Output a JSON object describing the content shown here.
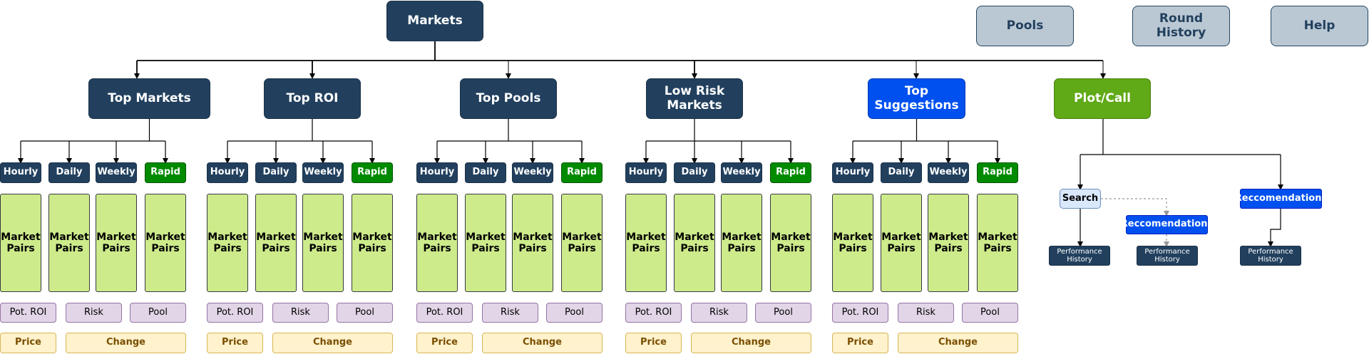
{
  "root": {
    "label": "Markets"
  },
  "nav": [
    {
      "id": "pools",
      "label": "Pools"
    },
    {
      "id": "round-history",
      "label": "Round History"
    },
    {
      "id": "help",
      "label": "Help"
    }
  ],
  "categories": [
    {
      "id": "top-markets",
      "label": "Top Markets",
      "style": "dark"
    },
    {
      "id": "top-roi",
      "label": "Top ROI",
      "style": "dark"
    },
    {
      "id": "top-pools",
      "label": "Top Pools",
      "style": "dark"
    },
    {
      "id": "low-risk-markets",
      "label": "Low Risk Markets",
      "style": "dark"
    },
    {
      "id": "top-suggestions",
      "label": "Top Suggestions",
      "style": "blue"
    }
  ],
  "plot_call": {
    "label": "Plot/Call"
  },
  "timeframes": [
    "Hourly",
    "Daily",
    "Weekly",
    "Rapid"
  ],
  "market_pairs_label": "Market Pairs",
  "metrics": [
    "Pot. ROI",
    "Risk",
    "Pool"
  ],
  "bottom": {
    "price": "Price",
    "change": "Change"
  },
  "plot_children": {
    "search": "Search",
    "recommendations": "Reccomendations",
    "performance_history": "Performance History"
  },
  "colors": {
    "dark": "#22405e",
    "blue": "#0050ef",
    "green": "#60a917",
    "rapid": "#008a00",
    "pair": "#cdeb8b",
    "lilac": "#e1d5e7",
    "cream": "#fff2cc",
    "gray": "#bac8d3"
  }
}
